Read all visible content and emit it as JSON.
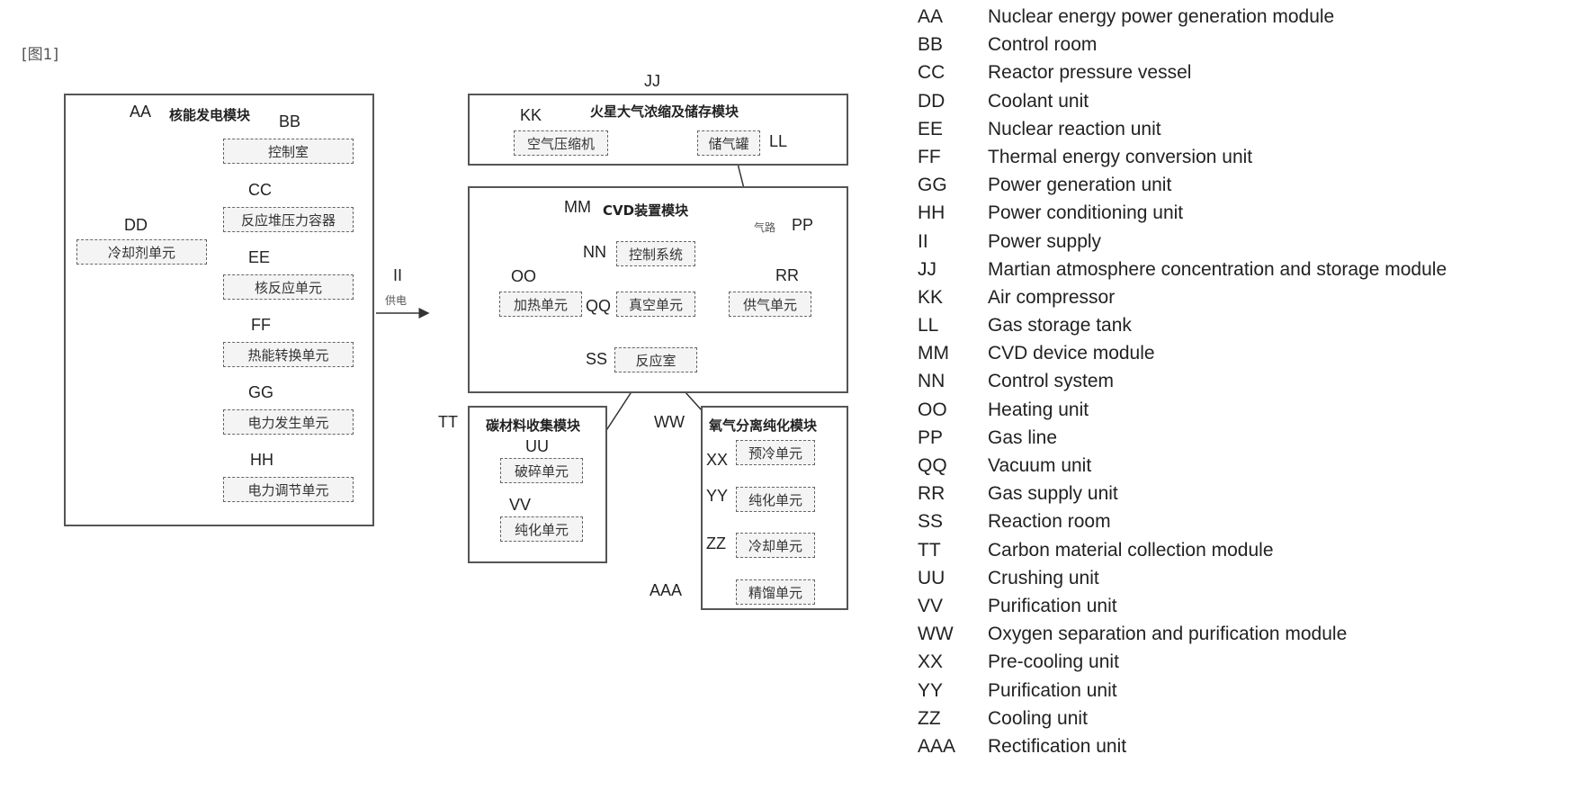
{
  "figure_label": "[图1]",
  "modules": {
    "nuclear": {
      "code": "AA",
      "title": "核能发电模块"
    },
    "atmosphere": {
      "code": "JJ",
      "title": "火星大气浓缩及储存模块"
    },
    "cvd": {
      "code": "MM",
      "title": "CVD装置模块"
    },
    "carbon": {
      "code": "TT",
      "title": "碳材料收集模块"
    },
    "oxygen": {
      "code": "WW",
      "title": "氧气分离纯化模块"
    }
  },
  "units": {
    "control_room": {
      "code": "BB",
      "label": "控制室"
    },
    "pressure_vessel": {
      "code": "CC",
      "label": "反应堆压力容器"
    },
    "coolant": {
      "code": "DD",
      "label": "冷却剂单元"
    },
    "nuclear_reaction": {
      "code": "EE",
      "label": "核反应单元"
    },
    "thermal_conversion": {
      "code": "FF",
      "label": "热能转换单元"
    },
    "power_generation": {
      "code": "GG",
      "label": "电力发生单元"
    },
    "power_conditioning": {
      "code": "HH",
      "label": "电力调节单元"
    },
    "air_compressor": {
      "code": "KK",
      "label": "空气压缩机"
    },
    "gas_tank": {
      "code": "LL",
      "label": "储气罐"
    },
    "control_system": {
      "code": "NN",
      "label": "控制系统"
    },
    "heating": {
      "code": "OO",
      "label": "加热单元"
    },
    "vacuum": {
      "code": "QQ",
      "label": "真空单元"
    },
    "gas_supply": {
      "code": "RR",
      "label": "供气单元"
    },
    "reaction_room": {
      "code": "SS",
      "label": "反应室"
    },
    "crushing": {
      "code": "UU",
      "label": "破碎单元"
    },
    "purification_c": {
      "code": "VV",
      "label": "纯化单元"
    },
    "precooling": {
      "code": "XX",
      "label": "预冷单元"
    },
    "purification_o": {
      "code": "YY",
      "label": "纯化单元"
    },
    "cooling": {
      "code": "ZZ",
      "label": "冷却单元"
    },
    "rectification": {
      "code": "AAA",
      "label": "精馏单元"
    }
  },
  "connectors": {
    "power_supply": {
      "code": "II",
      "label": "供电"
    },
    "gas_line": {
      "code": "PP",
      "label": "气路"
    }
  },
  "legend": [
    {
      "code": "AA",
      "desc": "Nuclear energy power generation module"
    },
    {
      "code": "BB",
      "desc": "Control room"
    },
    {
      "code": "CC",
      "desc": "Reactor pressure vessel"
    },
    {
      "code": "DD",
      "desc": "Coolant unit"
    },
    {
      "code": "EE",
      "desc": "Nuclear reaction unit"
    },
    {
      "code": "FF",
      "desc": "Thermal energy conversion unit"
    },
    {
      "code": "GG",
      "desc": "Power generation unit"
    },
    {
      "code": "HH",
      "desc": "Power conditioning unit"
    },
    {
      "code": "II",
      "desc": "Power supply"
    },
    {
      "code": "JJ",
      "desc": "Martian atmosphere concentration and storage module"
    },
    {
      "code": "KK",
      "desc": "Air compressor"
    },
    {
      "code": "LL",
      "desc": "Gas storage tank"
    },
    {
      "code": "MM",
      "desc": "CVD device module"
    },
    {
      "code": "NN",
      "desc": "Control system"
    },
    {
      "code": "OO",
      "desc": "Heating unit"
    },
    {
      "code": "PP",
      "desc": "Gas line"
    },
    {
      "code": "QQ",
      "desc": "Vacuum unit"
    },
    {
      "code": "RR",
      "desc": "Gas supply unit"
    },
    {
      "code": "SS",
      "desc": "Reaction room"
    },
    {
      "code": "TT",
      "desc": "Carbon material collection module"
    },
    {
      "code": "UU",
      "desc": "Crushing unit"
    },
    {
      "code": "VV",
      "desc": "Purification unit"
    },
    {
      "code": "WW",
      "desc": "Oxygen separation and purification module"
    },
    {
      "code": "XX",
      "desc": "Pre-cooling unit"
    },
    {
      "code": "YY",
      "desc": "Purification unit"
    },
    {
      "code": "ZZ",
      "desc": "Cooling unit"
    },
    {
      "code": "AAA",
      "desc": "Rectification unit"
    }
  ]
}
